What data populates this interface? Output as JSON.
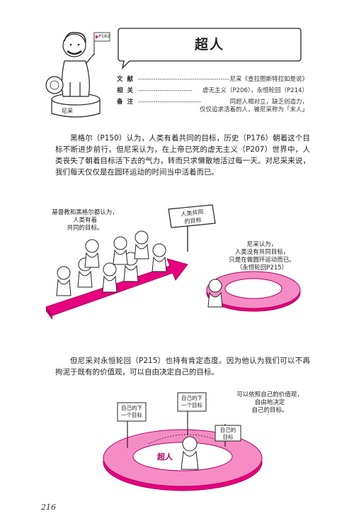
{
  "header": {
    "title": "超人",
    "statue_label": "尼采",
    "statue_flag": "P182"
  },
  "info": {
    "row1": {
      "key": "文献",
      "value": "尼采《查拉图斯特拉如是说》"
    },
    "row2": {
      "key": "相关",
      "value": "虚无主义（P206），永恒轮回（P214）"
    },
    "row3": {
      "key": "备注",
      "value": "同超人相对立，缺乏创造力，",
      "value2": "仅仅追求活着的人，被尼采称为「末人」"
    }
  },
  "paragraphs": {
    "p1": "黑格尔（P150）认为，人类有着共同的目标，历史（P176）朝着这个目标不断进步前行。但尼采认为，在上帝已死的虚无主义（P207）世界中，人类丧失了朝着目标活下去的气力，转而只求懒散地活过每一天。对尼采来说，我们每天仅仅是在圆环运动的时间当中活着而已。",
    "p2": "但尼采对永恒轮回（P215）也持有肯定态度。因为他认为我们可以不再拘泥于既有的价值观，可以自由决定自己的目标。"
  },
  "illustration1": {
    "left_caption": [
      "基督教和黑格尔都认为，",
      "人类有着",
      "共同的目标。"
    ],
    "sign": [
      "人类共同",
      "的目标"
    ],
    "right_caption": [
      "尼采认为，",
      "人类没有共同目标，",
      "只是在做圆环运动而已。",
      "（永恒轮回P215）"
    ]
  },
  "illustration2": {
    "caption": [
      "可以依照自己的价值观，",
      "自由地决定",
      "自己的目标。"
    ],
    "flag1": [
      "自己的下",
      "一个目标"
    ],
    "flag2": [
      "自己的下",
      "一个目标"
    ],
    "flag3": [
      "自己的",
      "目标"
    ],
    "ring_label": "超人"
  },
  "footer": {
    "page_number": "216"
  },
  "colors": {
    "accent": "#e6007e",
    "accent_light": "#f58cc4",
    "text": "#222222"
  }
}
